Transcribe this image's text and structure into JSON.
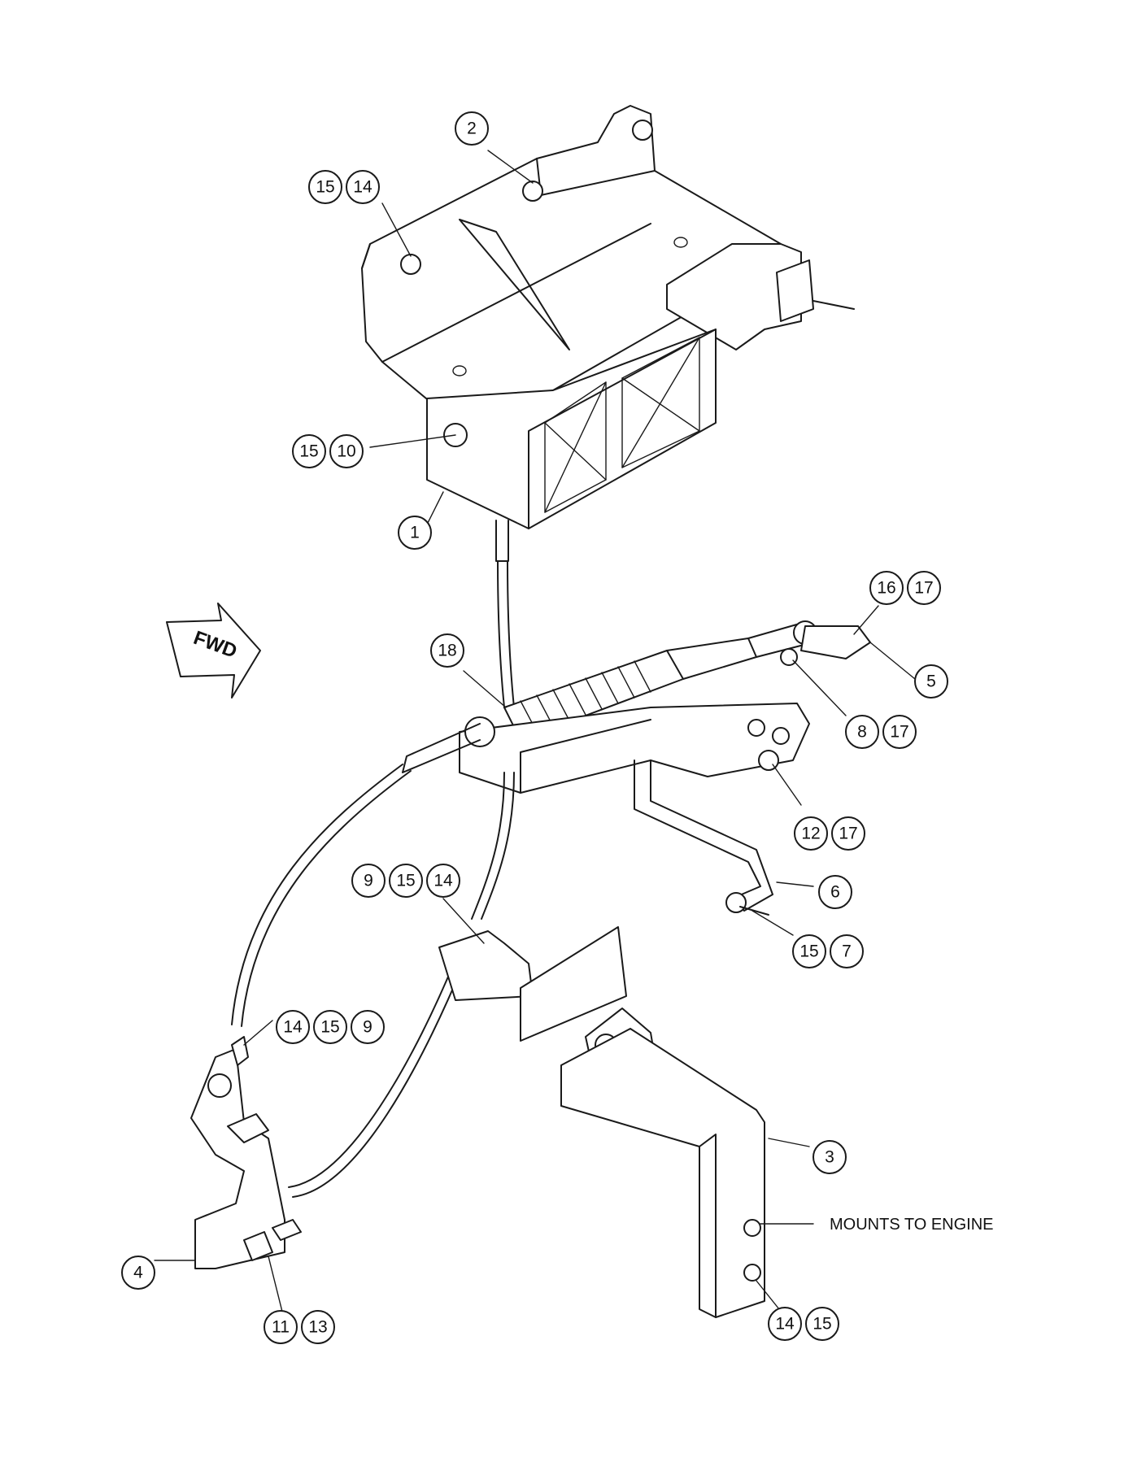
{
  "direction_label": "FWD",
  "note": "MOUNTS TO ENGINE",
  "callouts": [
    {
      "id": "c-2",
      "labels": [
        "2"
      ]
    },
    {
      "id": "c-15-14-top",
      "labels": [
        "15",
        "14"
      ]
    },
    {
      "id": "c-15-10",
      "labels": [
        "15",
        "10"
      ]
    },
    {
      "id": "c-1",
      "labels": [
        "1"
      ]
    },
    {
      "id": "c-16-17",
      "labels": [
        "16",
        "17"
      ]
    },
    {
      "id": "c-18",
      "labels": [
        "18"
      ]
    },
    {
      "id": "c-5",
      "labels": [
        "5"
      ]
    },
    {
      "id": "c-8-17",
      "labels": [
        "8",
        "17"
      ]
    },
    {
      "id": "c-12-17",
      "labels": [
        "12",
        "17"
      ]
    },
    {
      "id": "c-9-15-14",
      "labels": [
        "9",
        "15",
        "14"
      ]
    },
    {
      "id": "c-6",
      "labels": [
        "6"
      ]
    },
    {
      "id": "c-15-7",
      "labels": [
        "15",
        "7"
      ]
    },
    {
      "id": "c-14-15-9",
      "labels": [
        "14",
        "15",
        "9"
      ]
    },
    {
      "id": "c-3",
      "labels": [
        "3"
      ]
    },
    {
      "id": "c-4",
      "labels": [
        "4"
      ]
    },
    {
      "id": "c-11-13",
      "labels": [
        "11",
        "13"
      ]
    },
    {
      "id": "c-14-15-bottom",
      "labels": [
        "14",
        "15"
      ]
    }
  ]
}
